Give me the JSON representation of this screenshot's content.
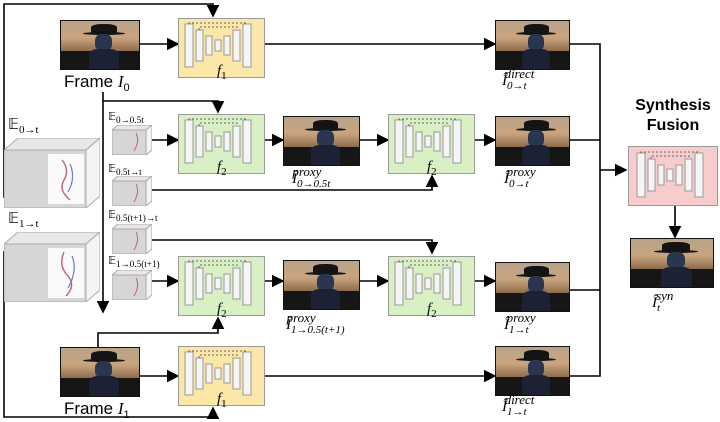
{
  "frame0": {
    "label": "Frame",
    "sym": "I",
    "sub": "0"
  },
  "frame1": {
    "label": "Frame",
    "sym": "I",
    "sub": "1"
  },
  "event0": {
    "sym": "𝔼",
    "sub": "0→t"
  },
  "event1": {
    "sym": "𝔼",
    "sub": "1→t"
  },
  "event_slices": [
    {
      "sym": "𝔼",
      "sub": "0→0.5t"
    },
    {
      "sym": "𝔼",
      "sub": "0.5t→t"
    },
    {
      "sym": "𝔼",
      "sub": "0.5(t+1)→t"
    },
    {
      "sym": "𝔼",
      "sub": "1→0.5(t+1)"
    }
  ],
  "nets": {
    "f1": "f",
    "f1_sub": "1",
    "f2": "f",
    "f2_sub": "2"
  },
  "outputs": {
    "direct0": {
      "sym": "Î",
      "sup": "direct",
      "sub": "0→t"
    },
    "proxy0": {
      "sym": "Î",
      "sup": "proxy",
      "sub": "0→t"
    },
    "proxy_mid0": {
      "sym": "Î",
      "sup": "proxy",
      "sub": "0→0.5t"
    },
    "proxy_mid1": {
      "sym": "Î",
      "sup": "proxy",
      "sub": "1→0.5(t+1)"
    },
    "proxy1": {
      "sym": "Î",
      "sup": "proxy",
      "sub": "1→t"
    },
    "direct1": {
      "sym": "Î",
      "sup": "direct",
      "sub": "1→t"
    },
    "syn": {
      "sym": "Î",
      "sup": "syn",
      "sub": "t"
    }
  },
  "fusion": {
    "title_line1": "Synthesis",
    "title_line2": "Fusion"
  },
  "colors": {
    "f1": "#fbe7a8",
    "f2": "#d9f0c4",
    "fusion": "#f7cccc",
    "line": "#000000"
  }
}
